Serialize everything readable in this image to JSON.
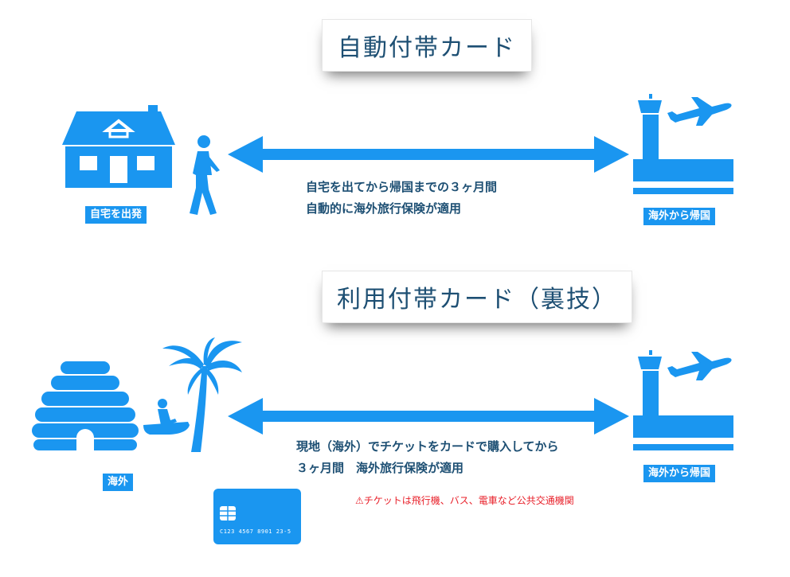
{
  "colors": {
    "accent": "#1a96f0",
    "text_dark": "#1d4f73",
    "warning": "#e8202a"
  },
  "section1": {
    "title": "自動付帯カード",
    "left_label": "自宅を出発",
    "right_label": "海外から帰国",
    "desc_line1": "自宅を出てから帰国までの３ヶ月間",
    "desc_line2": "自動的に海外旅行保険が適用"
  },
  "section2": {
    "title": "利用付帯カード（裏技）",
    "left_label": "海外",
    "right_label": "海外から帰国",
    "desc_line1": "現地（海外）でチケットをカードで購入してから",
    "desc_line2": "３ヶ月間　海外旅行保険が適用",
    "note": "⚠チケットは飛行機、バス、電車など公共交通機関",
    "card_number": "C123 4567 8901 23-5"
  },
  "icons": [
    "house-icon",
    "walking-person-icon",
    "airport-tower-icon",
    "airplane-icon",
    "beehive-icon",
    "palm-tree-icon",
    "jet-ski-icon",
    "credit-card-icon",
    "double-arrow-icon"
  ]
}
